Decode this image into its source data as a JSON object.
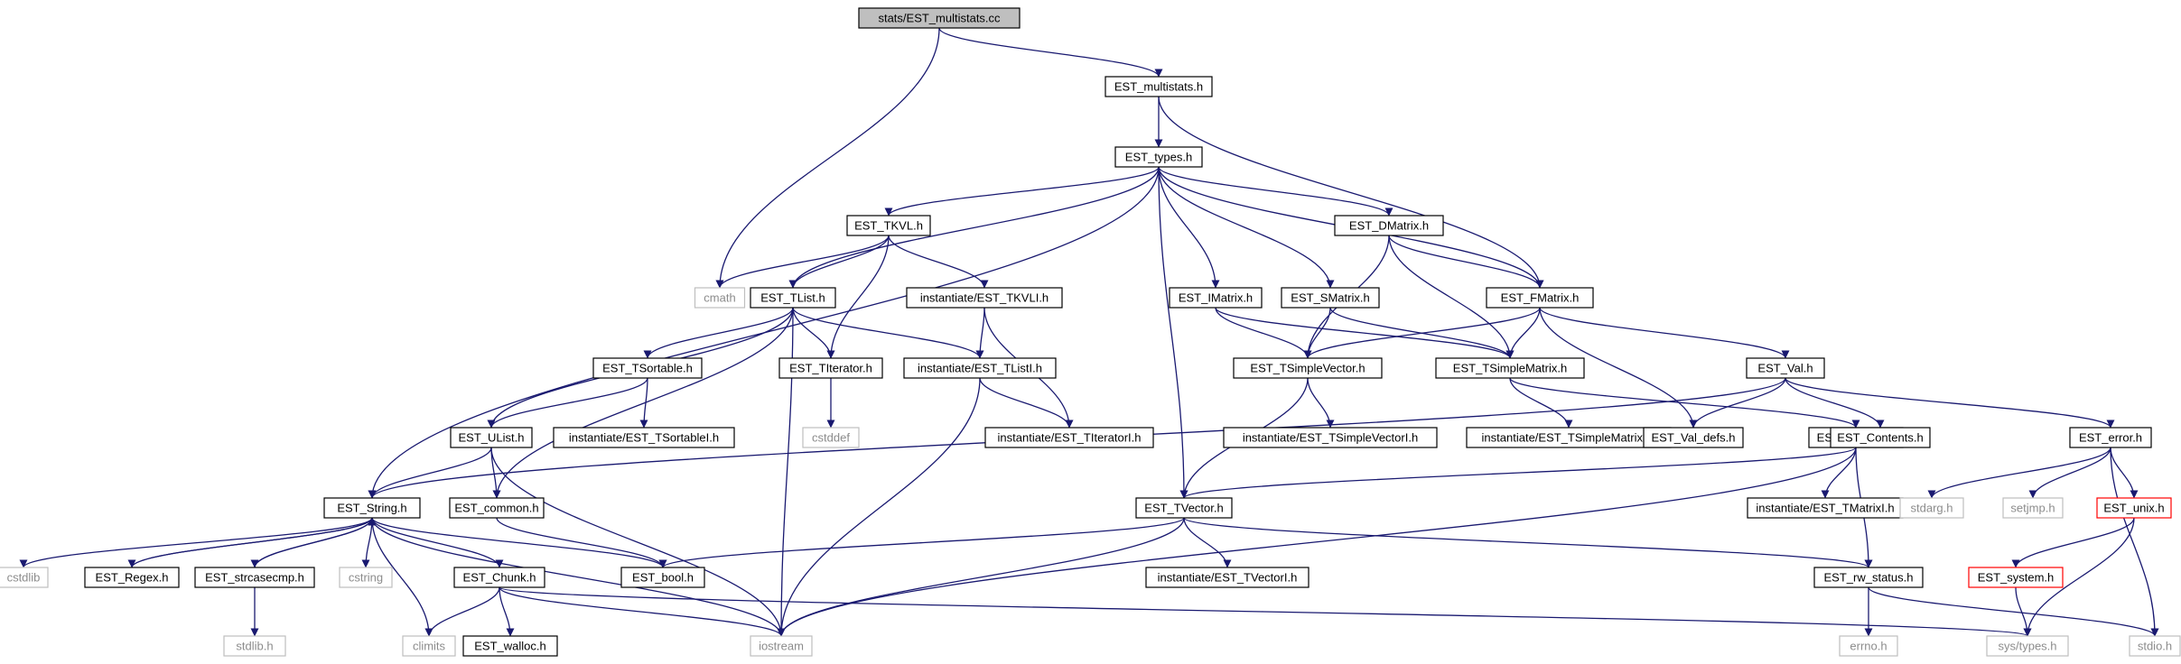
{
  "diagram": {
    "nodes": [
      {
        "id": "root",
        "label": "stats/EST_multistats.cc",
        "style": "root"
      },
      {
        "id": "multistats",
        "label": "EST_multistats.h",
        "style": "normal"
      },
      {
        "id": "types",
        "label": "EST_types.h",
        "style": "normal"
      },
      {
        "id": "tkvl",
        "label": "EST_TKVL.h",
        "style": "normal"
      },
      {
        "id": "cmath",
        "label": "cmath",
        "style": "system"
      },
      {
        "id": "tlist",
        "label": "EST_TList.h",
        "style": "normal"
      },
      {
        "id": "tkvli",
        "label": "instantiate/EST_TKVLI.h",
        "style": "normal"
      },
      {
        "id": "imatrix",
        "label": "EST_IMatrix.h",
        "style": "normal"
      },
      {
        "id": "dmatrix",
        "label": "EST_DMatrix.h",
        "style": "normal"
      },
      {
        "id": "smatrix",
        "label": "EST_SMatrix.h",
        "style": "normal"
      },
      {
        "id": "fmatrix",
        "label": "EST_FMatrix.h",
        "style": "normal"
      },
      {
        "id": "tsortable",
        "label": "EST_TSortable.h",
        "style": "normal"
      },
      {
        "id": "titerator",
        "label": "EST_TIterator.h",
        "style": "normal"
      },
      {
        "id": "tlisti",
        "label": "instantiate/EST_TListI.h",
        "style": "normal"
      },
      {
        "id": "tsimplevector",
        "label": "EST_TSimpleVector.h",
        "style": "normal"
      },
      {
        "id": "tsimplematrix",
        "label": "EST_TSimpleMatrix.h",
        "style": "normal"
      },
      {
        "id": "val",
        "label": "EST_Val.h",
        "style": "normal"
      },
      {
        "id": "ulist",
        "label": "EST_UList.h",
        "style": "normal"
      },
      {
        "id": "tsortablei",
        "label": "instantiate/EST_TSortableI.h",
        "style": "normal"
      },
      {
        "id": "cstddef",
        "label": "cstddef",
        "style": "system"
      },
      {
        "id": "titeratori",
        "label": "instantiate/EST_TIteratorI.h",
        "style": "normal"
      },
      {
        "id": "tsimplevectori",
        "label": "instantiate/EST_TSimpleVectorI.h",
        "style": "normal"
      },
      {
        "id": "tsimplematrixi",
        "label": "instantiate/EST_TSimpleMatrixI.h",
        "style": "normal"
      },
      {
        "id": "tmatrix",
        "label": "EST_TMatrix.h",
        "style": "normal"
      },
      {
        "id": "valdefs",
        "label": "EST_Val_defs.h",
        "style": "normal"
      },
      {
        "id": "contents",
        "label": "EST_Contents.h",
        "style": "normal"
      },
      {
        "id": "error",
        "label": "EST_error.h",
        "style": "normal"
      },
      {
        "id": "string",
        "label": "EST_String.h",
        "style": "normal"
      },
      {
        "id": "common",
        "label": "EST_common.h",
        "style": "normal"
      },
      {
        "id": "tvector",
        "label": "EST_TVector.h",
        "style": "normal"
      },
      {
        "id": "tmatrixi",
        "label": "instantiate/EST_TMatrixI.h",
        "style": "normal"
      },
      {
        "id": "stdarg",
        "label": "stdarg.h",
        "style": "system"
      },
      {
        "id": "setjmp",
        "label": "setjmp.h",
        "style": "system"
      },
      {
        "id": "unix",
        "label": "EST_unix.h",
        "style": "truncated"
      },
      {
        "id": "cstdlib",
        "label": "cstdlib",
        "style": "system"
      },
      {
        "id": "regex",
        "label": "EST_Regex.h",
        "style": "normal"
      },
      {
        "id": "strcasecmp",
        "label": "EST_strcasecmp.h",
        "style": "normal"
      },
      {
        "id": "cstring",
        "label": "cstring",
        "style": "system"
      },
      {
        "id": "chunk",
        "label": "EST_Chunk.h",
        "style": "normal"
      },
      {
        "id": "bool",
        "label": "EST_bool.h",
        "style": "normal"
      },
      {
        "id": "tvectori",
        "label": "instantiate/EST_TVectorI.h",
        "style": "normal"
      },
      {
        "id": "rwstatus",
        "label": "EST_rw_status.h",
        "style": "normal"
      },
      {
        "id": "system",
        "label": "EST_system.h",
        "style": "truncated"
      },
      {
        "id": "stdlib",
        "label": "stdlib.h",
        "style": "system"
      },
      {
        "id": "climits",
        "label": "climits",
        "style": "system"
      },
      {
        "id": "walloc",
        "label": "EST_walloc.h",
        "style": "normal"
      },
      {
        "id": "iostream",
        "label": "iostream",
        "style": "system"
      },
      {
        "id": "errno",
        "label": "errno.h",
        "style": "system"
      },
      {
        "id": "systypes",
        "label": "sys/types.h",
        "style": "system"
      },
      {
        "id": "stdio",
        "label": "stdio.h",
        "style": "system"
      }
    ],
    "edges": [
      [
        "root",
        "multistats"
      ],
      [
        "root",
        "cmath"
      ],
      [
        "multistats",
        "types"
      ],
      [
        "multistats",
        "fmatrix"
      ],
      [
        "types",
        "string"
      ],
      [
        "types",
        "tlist"
      ],
      [
        "types",
        "tkvl"
      ],
      [
        "types",
        "imatrix"
      ],
      [
        "types",
        "smatrix"
      ],
      [
        "types",
        "dmatrix"
      ],
      [
        "types",
        "fmatrix"
      ],
      [
        "types",
        "tvector"
      ],
      [
        "tkvl",
        "cmath"
      ],
      [
        "tkvl",
        "tlist"
      ],
      [
        "tkvl",
        "titerator"
      ],
      [
        "tkvl",
        "tkvli"
      ],
      [
        "tlist",
        "ulist"
      ],
      [
        "tlist",
        "common"
      ],
      [
        "tlist",
        "tsortable"
      ],
      [
        "tlist",
        "titerator"
      ],
      [
        "tlist",
        "tlisti"
      ],
      [
        "tlist",
        "iostream"
      ],
      [
        "tkvli",
        "tlisti"
      ],
      [
        "tkvli",
        "titeratori"
      ],
      [
        "tsortable",
        "ulist"
      ],
      [
        "tsortable",
        "tsortablei"
      ],
      [
        "titerator",
        "cstddef"
      ],
      [
        "tlisti",
        "titeratori"
      ],
      [
        "tlisti",
        "iostream"
      ],
      [
        "ulist",
        "string"
      ],
      [
        "ulist",
        "common"
      ],
      [
        "ulist",
        "iostream"
      ],
      [
        "imatrix",
        "tsimplevector"
      ],
      [
        "imatrix",
        "tsimplematrix"
      ],
      [
        "smatrix",
        "tsimplevector"
      ],
      [
        "smatrix",
        "tsimplematrix"
      ],
      [
        "dmatrix",
        "tsimplevector"
      ],
      [
        "dmatrix",
        "tsimplematrix"
      ],
      [
        "dmatrix",
        "fmatrix"
      ],
      [
        "fmatrix",
        "tsimplevector"
      ],
      [
        "fmatrix",
        "tsimplematrix"
      ],
      [
        "fmatrix",
        "val"
      ],
      [
        "fmatrix",
        "valdefs"
      ],
      [
        "tsimplevector",
        "tsimplevectori"
      ],
      [
        "tsimplevector",
        "tvector"
      ],
      [
        "tsimplematrix",
        "tsimplematrixi"
      ],
      [
        "tsimplematrix",
        "tmatrix"
      ],
      [
        "val",
        "valdefs"
      ],
      [
        "val",
        "contents"
      ],
      [
        "val",
        "error"
      ],
      [
        "val",
        "string"
      ],
      [
        "tmatrix",
        "tvector"
      ],
      [
        "tmatrix",
        "tmatrixi"
      ],
      [
        "tmatrix",
        "rwstatus"
      ],
      [
        "tmatrix",
        "iostream"
      ],
      [
        "error",
        "stdarg"
      ],
      [
        "error",
        "setjmp"
      ],
      [
        "error",
        "unix"
      ],
      [
        "error",
        "stdio"
      ],
      [
        "unix",
        "system"
      ],
      [
        "unix",
        "systypes"
      ],
      [
        "system",
        "systypes"
      ],
      [
        "string",
        "cstdlib"
      ],
      [
        "string",
        "regex"
      ],
      [
        "string",
        "strcasecmp"
      ],
      [
        "string",
        "cstring"
      ],
      [
        "string",
        "climits"
      ],
      [
        "string",
        "chunk"
      ],
      [
        "string",
        "bool"
      ],
      [
        "string",
        "iostream"
      ],
      [
        "regex",
        "string"
      ],
      [
        "strcasecmp",
        "string"
      ],
      [
        "strcasecmp",
        "stdlib"
      ],
      [
        "chunk",
        "climits"
      ],
      [
        "chunk",
        "walloc"
      ],
      [
        "chunk",
        "iostream"
      ],
      [
        "chunk",
        "systypes"
      ],
      [
        "common",
        "bool"
      ],
      [
        "tvector",
        "bool"
      ],
      [
        "tvector",
        "tvectori"
      ],
      [
        "tvector",
        "rwstatus"
      ],
      [
        "tvector",
        "iostream"
      ],
      [
        "rwstatus",
        "errno"
      ],
      [
        "rwstatus",
        "stdio"
      ]
    ]
  }
}
